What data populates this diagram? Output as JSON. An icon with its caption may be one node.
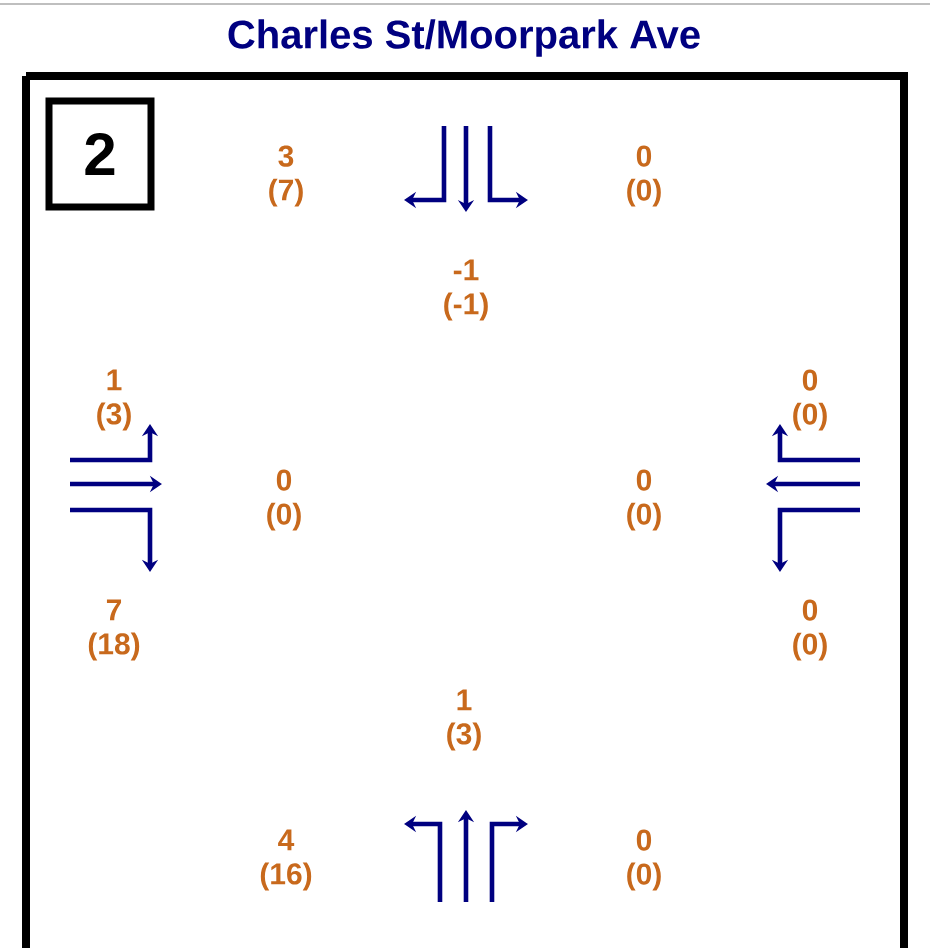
{
  "diagram": {
    "title": "Charles St/Moorpark Ave",
    "nodes": [
      {
        "text": [
          "2"
        ]
      }
    ],
    "labels": [
      "3 (7)",
      "0 (0)",
      "-1 (-1)",
      "1 (3)",
      "0 (0)",
      "0 (0)",
      "0 (0)",
      "7 (18)",
      "0 (0)",
      "1 (3)",
      "4 (16)",
      "0 (0)"
    ]
  }
}
